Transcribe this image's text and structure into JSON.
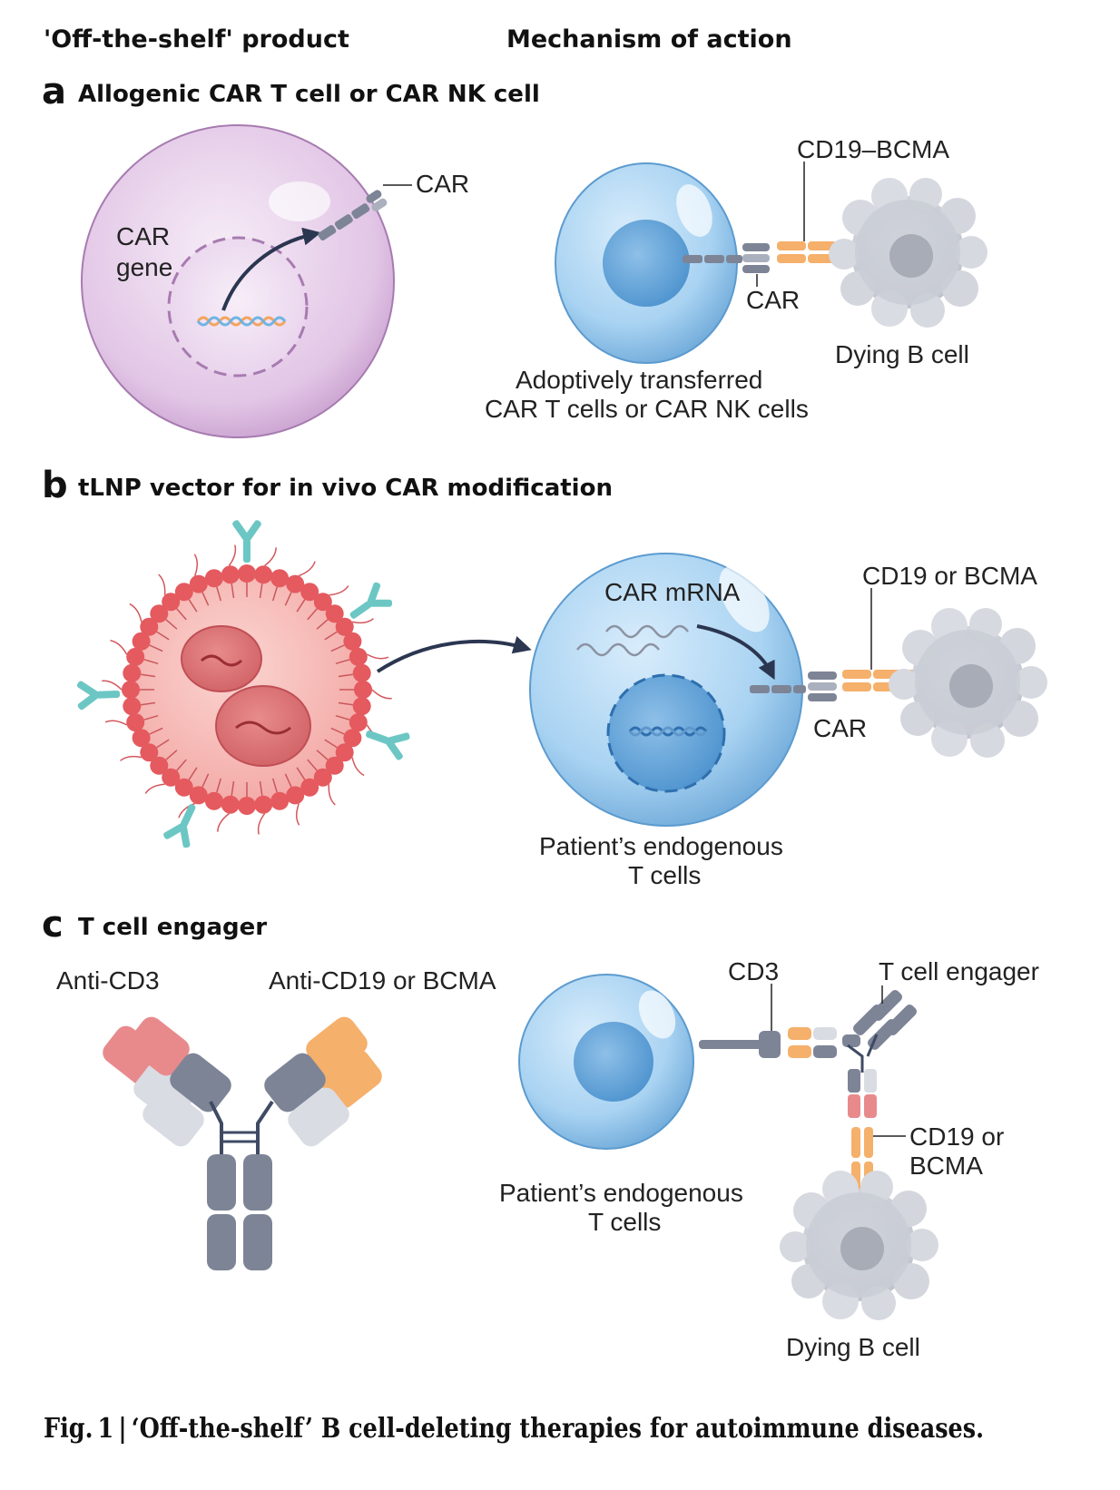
{
  "headers": {
    "left": "'Off-the-shelf' product",
    "right": "Mechanism of action"
  },
  "panel_a": {
    "letter": "a",
    "title": "Allogenic CAR T cell or CAR NK cell",
    "car_label": "CAR",
    "gene_label_line1": "CAR",
    "gene_label_line2": "gene",
    "target_label": "CD19–BCMA",
    "car_label_right": "CAR",
    "dying_label": "Dying B cell",
    "cells_line1": "Adoptively transferred",
    "cells_line2": "CAR T cells or CAR NK cells"
  },
  "panel_b": {
    "letter": "b",
    "title": "tLNP vector for in vivo CAR modification",
    "mrna_label": "CAR mRNA",
    "target_label": "CD19 or BCMA",
    "car_label": "CAR",
    "cells_line1": "Patient’s endogenous",
    "cells_line2": "T cells"
  },
  "panel_c": {
    "letter": "c",
    "title": "T cell engager",
    "anti_cd3": "Anti-CD3",
    "anti_cd19": "Anti-CD19 or BCMA",
    "cd3_label": "CD3",
    "engager_label": "T cell engager",
    "target_line1": "CD19 or",
    "target_line2": "BCMA",
    "cells_line1": "Patient’s endogenous",
    "cells_line2": "T cells",
    "dying_label": "Dying B cell"
  },
  "caption": "Fig. 1 | ‘Off-the-shelf’ B cell-deleting therapies for autoimmune diseases.",
  "colors": {
    "car_t_cell": "#a9d3f2",
    "allogenic_cell": "#e7cdea",
    "lnp": "#f2a3a0",
    "b_cell": "#cfd2d9",
    "antigen_orange": "#f5b06b",
    "car_grey": "#7d8496",
    "antibody_teal": "#6cc7c4"
  },
  "icons": [
    "dna-helix-icon",
    "mrna-strand-icon",
    "curved-arrow-icon",
    "antibody-icon"
  ]
}
